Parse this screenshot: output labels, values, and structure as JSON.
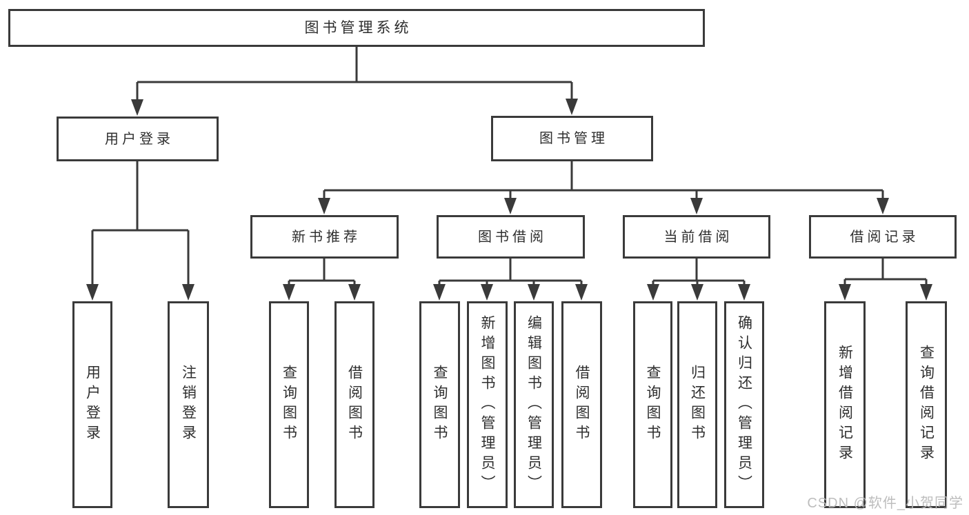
{
  "tree": {
    "root": {
      "label": "图书管理系统"
    },
    "branches": [
      {
        "label": "用户登录",
        "leaves": [
          {
            "label": "用户登录"
          },
          {
            "label": "注销登录"
          }
        ]
      },
      {
        "label": "图书管理",
        "groups": [
          {
            "label": "新书推荐",
            "leaves": [
              {
                "label": "查询图书"
              },
              {
                "label": "借阅图书"
              }
            ]
          },
          {
            "label": "图书借阅",
            "leaves": [
              {
                "label": "查询图书"
              },
              {
                "label": "新增图书（管理员）"
              },
              {
                "label": "编辑图书（管理员）"
              },
              {
                "label": "借阅图书"
              }
            ]
          },
          {
            "label": "当前借阅",
            "leaves": [
              {
                "label": "查询图书"
              },
              {
                "label": "归还图书"
              },
              {
                "label": "确认归还（管理员）"
              }
            ]
          },
          {
            "label": "借阅记录",
            "leaves": [
              {
                "label": "新增借阅记录"
              },
              {
                "label": "查询借阅记录"
              }
            ]
          }
        ]
      }
    ]
  },
  "watermark": {
    "text": "CSDN @软件_小贺同学"
  },
  "colors": {
    "line": "#3a3a3a",
    "box_border": "#3a3a3a",
    "text": "#2e2e2e",
    "watermark": "#b9b9b9",
    "background": "#ffffff"
  }
}
